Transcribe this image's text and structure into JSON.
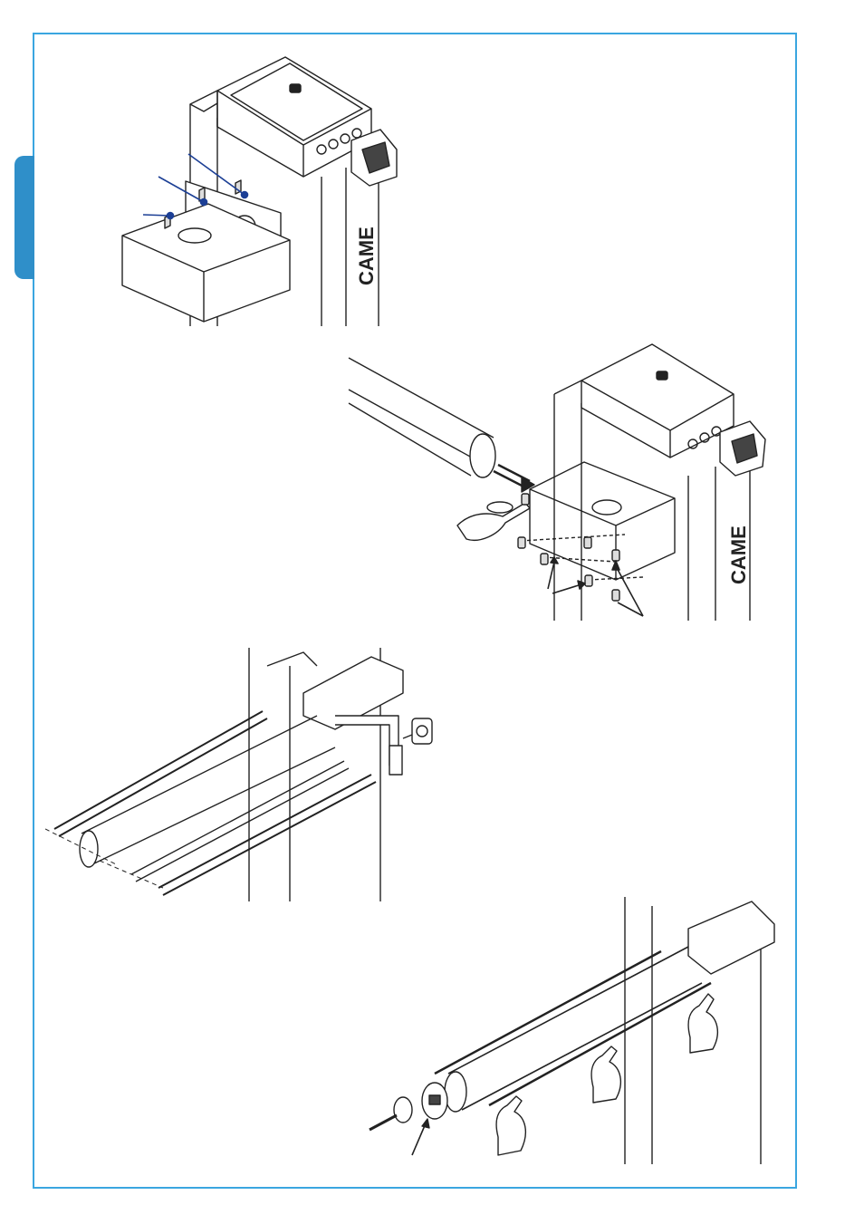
{
  "brand": {
    "logo_text": "CAME"
  },
  "colors": {
    "frame": "#3aa6e0",
    "side_tab": "#2f8fc9",
    "callout": "#1c3f95",
    "line": "#222222"
  },
  "figures": [
    {
      "id": "fig-1",
      "icon": "bracket-plate-assembly-icon"
    },
    {
      "id": "fig-2",
      "icon": "boom-bracket-screws-icon"
    },
    {
      "id": "fig-3",
      "icon": "boom-profile-measure-icon"
    },
    {
      "id": "fig-4",
      "icon": "boom-cap-insertion-icon"
    }
  ]
}
